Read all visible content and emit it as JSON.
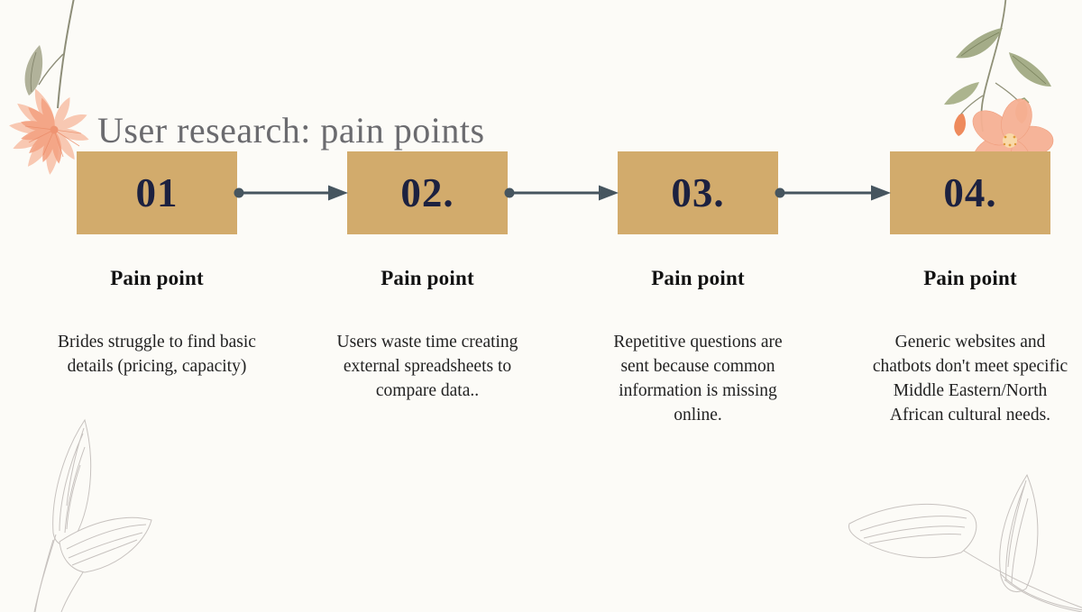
{
  "slide": {
    "title": "User research: pain points",
    "columns": [
      {
        "number": "01",
        "heading": "Pain point",
        "body": [
          "Brides struggle to find basic",
          "details (pricing, capacity)"
        ]
      },
      {
        "number": "02.",
        "heading": "Pain point",
        "body": [
          "Users waste time creating",
          "external spreadsheets to",
          "compare data.."
        ]
      },
      {
        "number": "03.",
        "heading": "Pain point",
        "body": [
          "Repetitive questions are",
          "sent because common",
          "information is missing",
          "online."
        ]
      },
      {
        "number": "04.",
        "heading": "Pain point",
        "body": [
          "Generic websites and",
          "chatbots don't meet specific",
          "Middle Eastern/North",
          "African cultural needs."
        ]
      }
    ],
    "connectors": {
      "count": 3,
      "style": "dot-to-arrowhead"
    },
    "decorations": [
      "watercolor-flower-top-left",
      "watercolor-flower-branch-top-right",
      "line-art-leaves-bottom-left",
      "line-art-leaves-bottom-right"
    ],
    "colors": {
      "background": "#fcfbf7",
      "box_fill": "#d2ab6c",
      "number_text": "#1c2140",
      "arrow": "#46555f",
      "title_text": "#6b6b6f",
      "heading_text": "#121212",
      "body_text": "#222222",
      "petal_coral": "#f4a383",
      "petal_peach": "#f6b194",
      "bud_orange": "#ee8a5c",
      "leaf_sage": "#9aa37b",
      "stem_gray_green": "#8d8d78",
      "line_leaf_gray": "#c7c2bf"
    }
  }
}
